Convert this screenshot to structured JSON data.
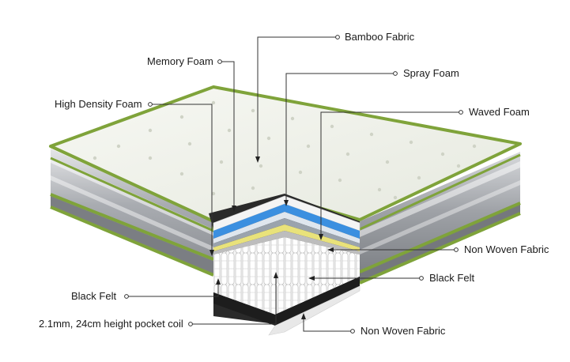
{
  "labels": {
    "bamboo_fabric": "Bamboo Fabric",
    "memory_foam": "Memory Foam",
    "spray_foam": "Spray Foam",
    "high_density_foam": "High Density Foam",
    "waved_foam": "Waved Foam",
    "non_woven_fabric_right": "Non Woven Fabric",
    "black_felt_right": "Black Felt",
    "black_felt_left": "Black Felt",
    "pocket_coil": "2.1mm, 24cm height pocket coil",
    "non_woven_fabric_bottom": "Non Woven Fabric"
  },
  "colors": {
    "edge_green": "#7fa33a",
    "cover_white": "#f1f3ec",
    "side_gray": "#b9bbbf",
    "foam_blue": "#3b8fe0",
    "foam_yellow": "#e9e27a",
    "felt_black": "#1d1d1d"
  }
}
